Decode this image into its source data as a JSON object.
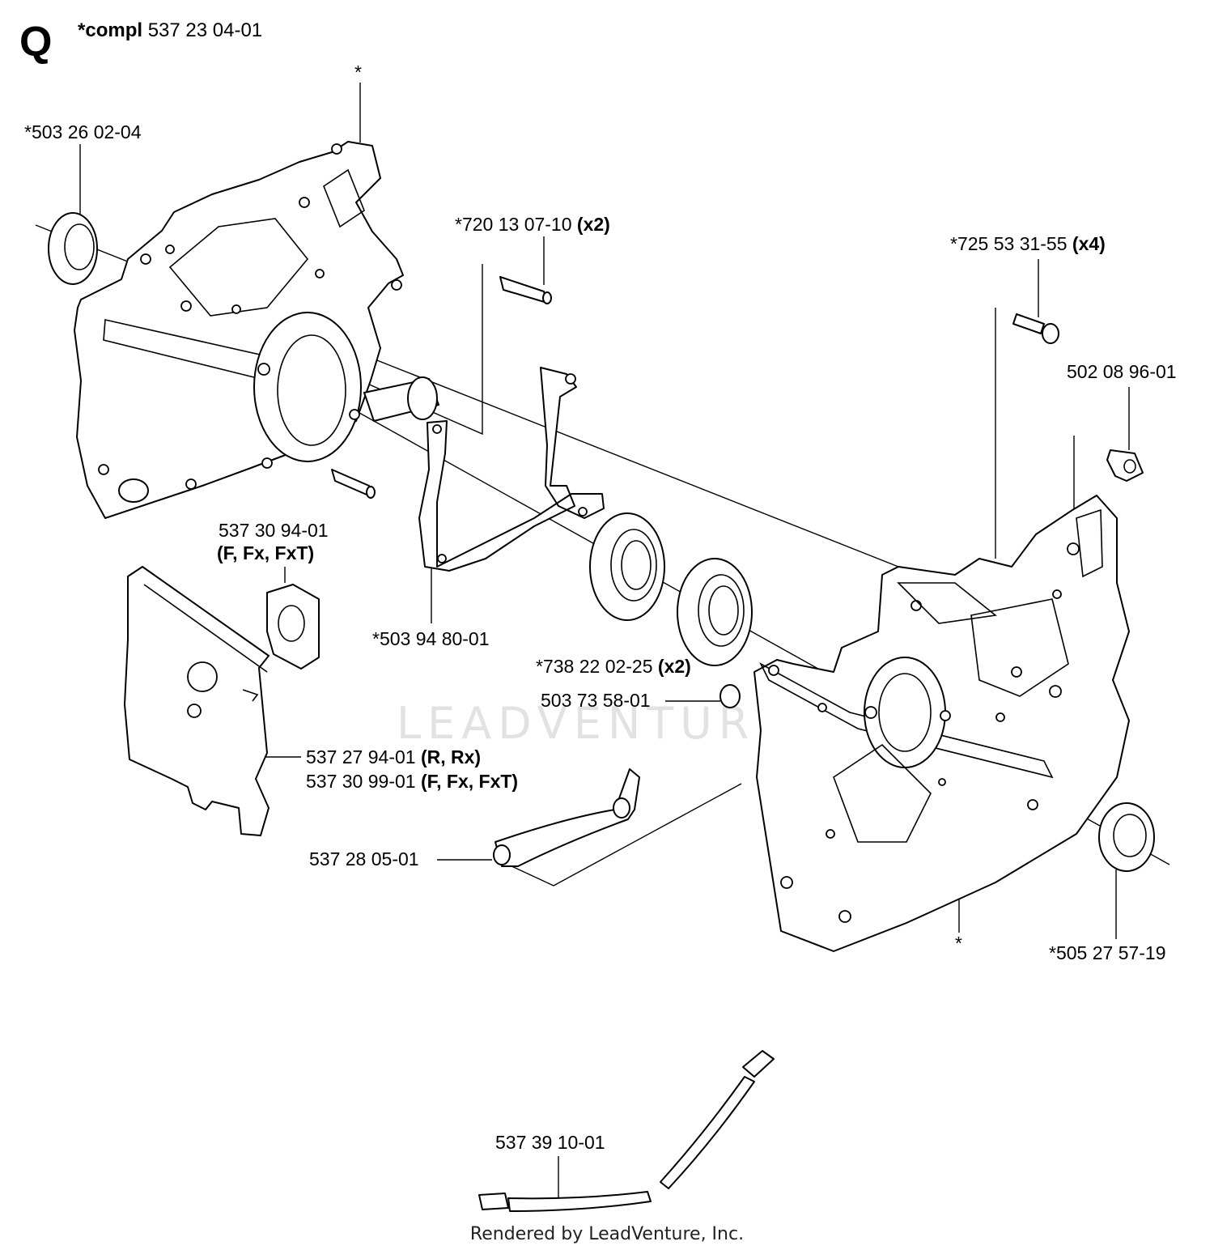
{
  "section_letter": "Q",
  "header": {
    "prefix": "*compl",
    "part_number": "537 23 04-01"
  },
  "labels": {
    "star_top": "*",
    "seal_left": "*503 26 02-04",
    "pin": "*720 13 07-10",
    "pin_qty": "(x2)",
    "screw": "*725 53 31-55",
    "screw_qty": "(x4)",
    "nut": "502 08 96-01",
    "spacer_num": "537 30 94-01",
    "spacer_models": "(F, Fx, FxT)",
    "gasket": "*503 94 80-01",
    "bearing": "*738 22 02-25",
    "bearing_qty": "(x2)",
    "plug": "503 73 58-01",
    "plate_1_num": "537 27 94-01",
    "plate_1_models": "(R, Rx)",
    "plate_2_num": "537 30 99-01",
    "plate_2_models": "(F, Fx, FxT)",
    "clamp": "537 28 05-01",
    "star_bottom": "*",
    "seal_right": "*505 27 57-19",
    "cable": "537 39 10-01"
  },
  "watermark": "LEADVENTURE",
  "footer": "Rendered by LeadVenture, Inc."
}
